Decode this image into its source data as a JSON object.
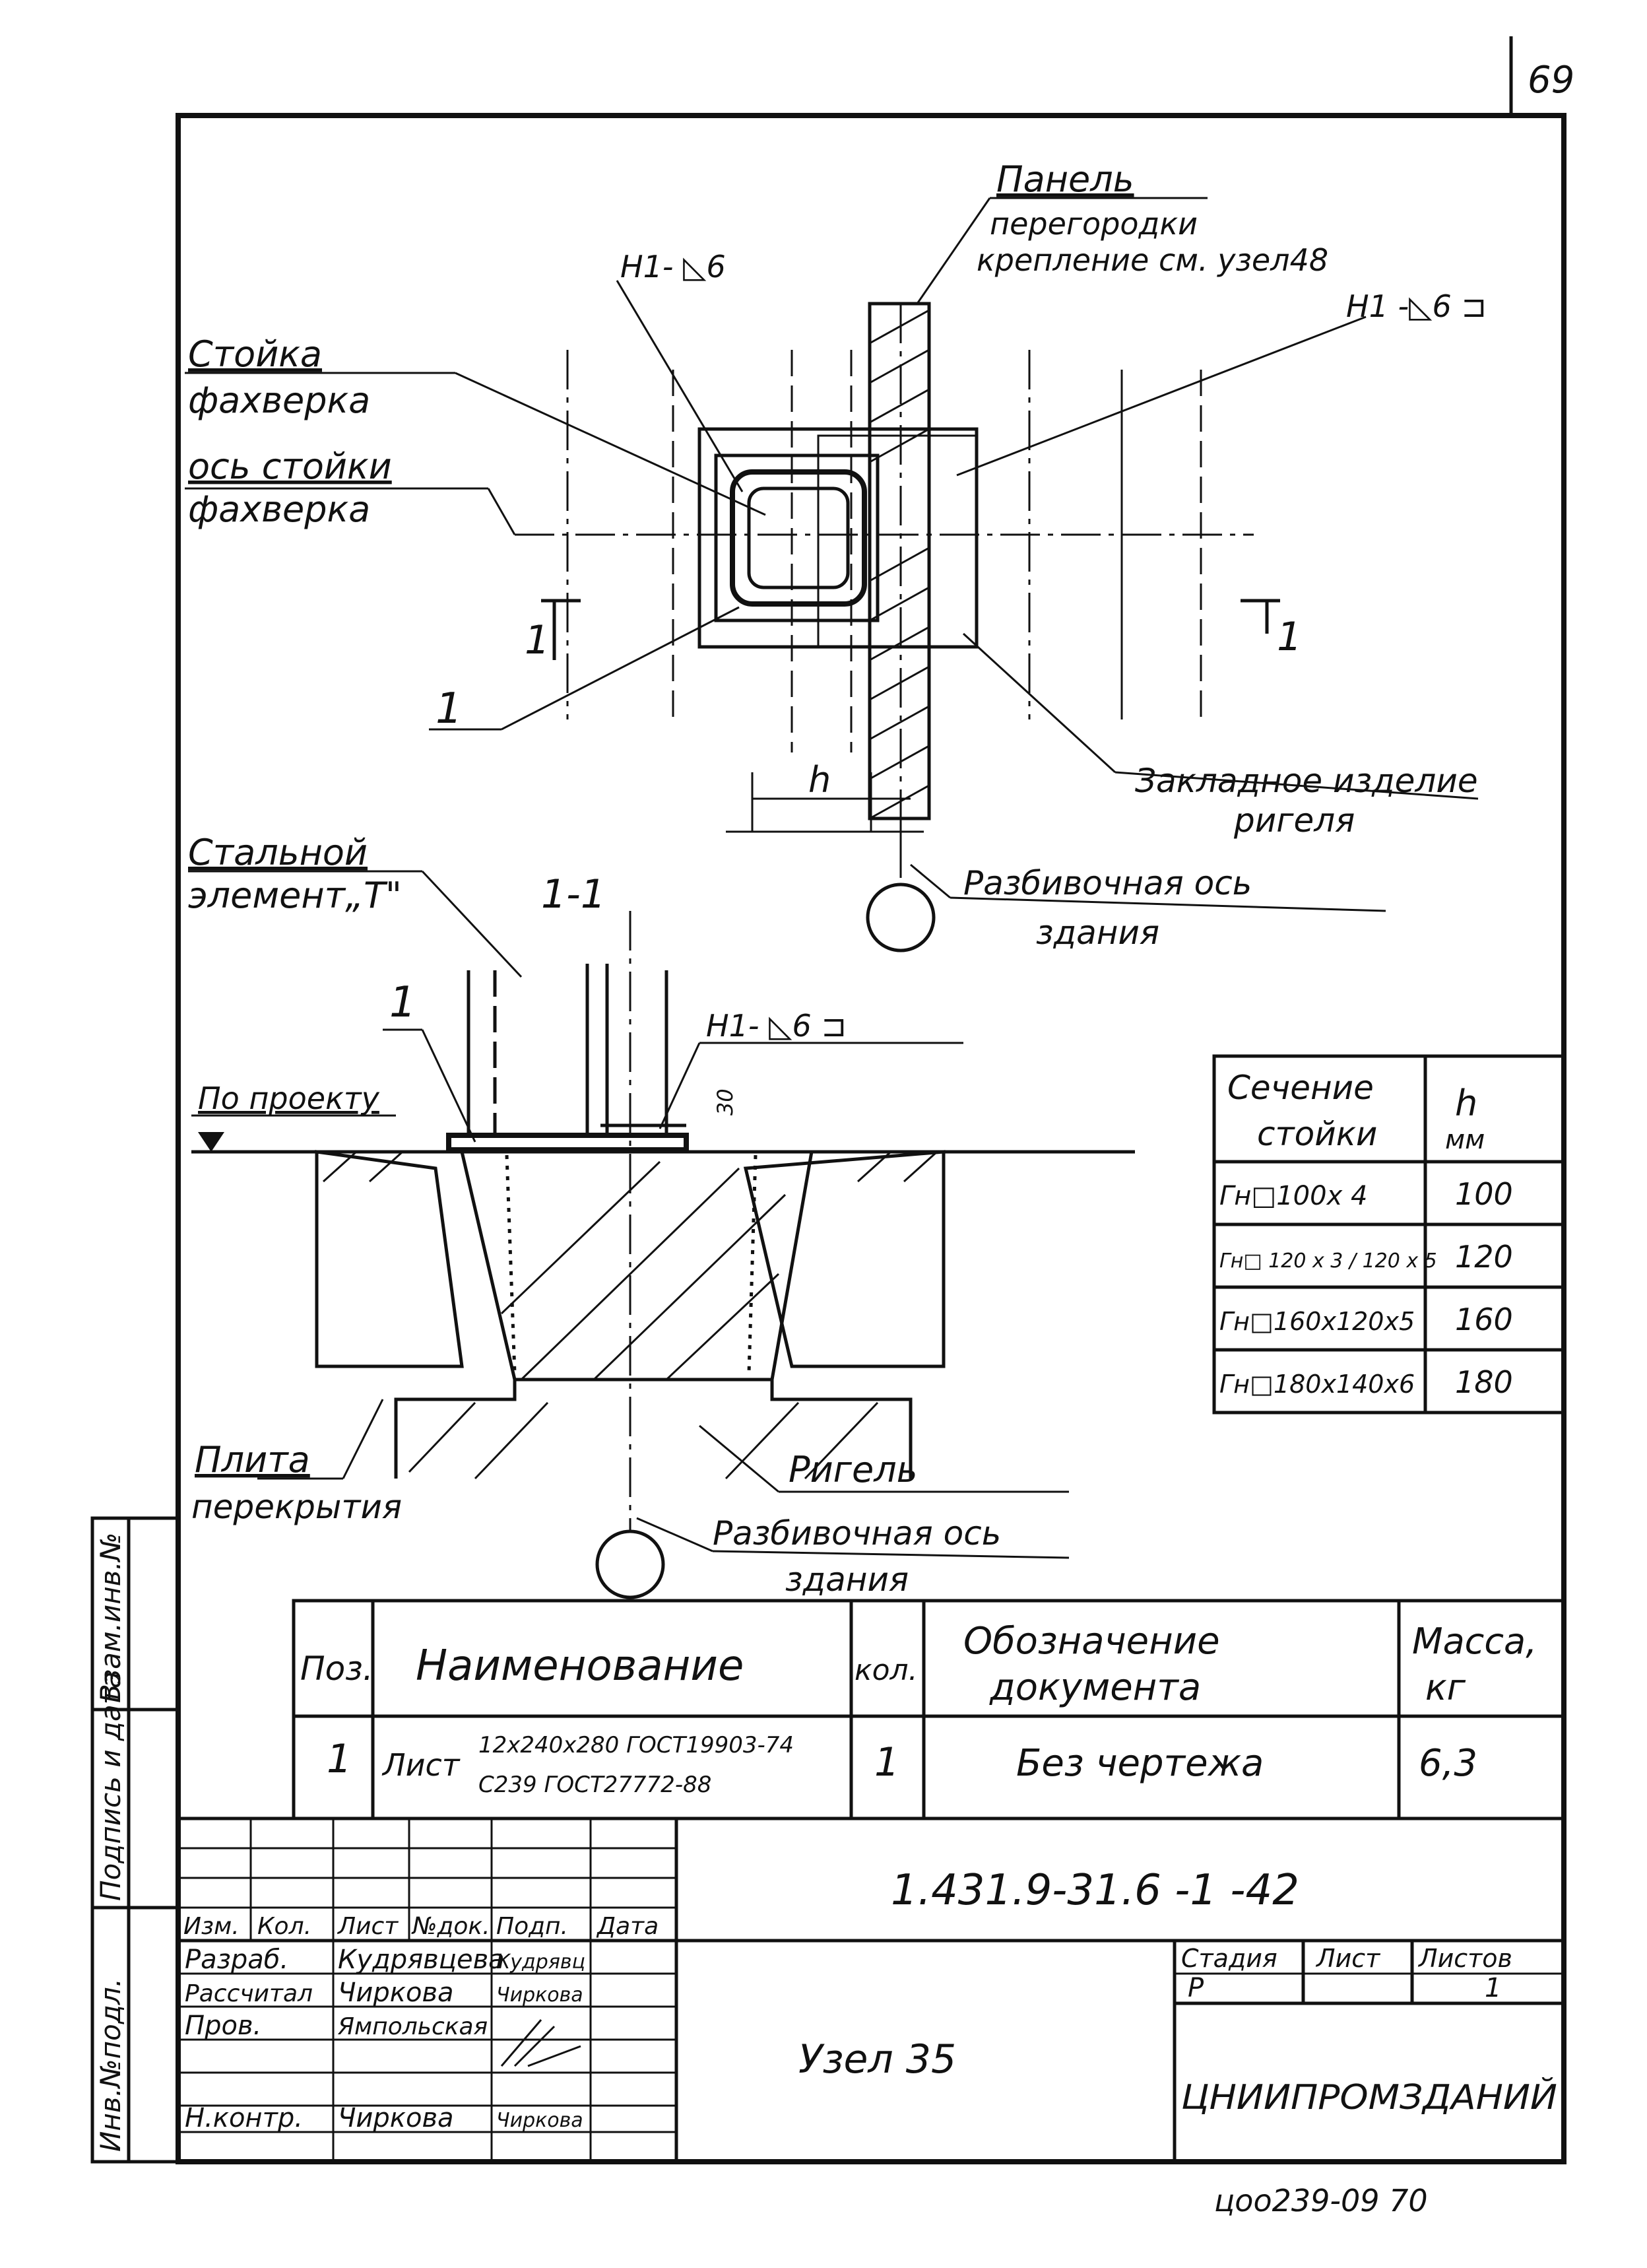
{
  "page": {
    "sheet_number": "69",
    "archive_stamp": "цоо239-09  70"
  },
  "plan": {
    "weld_left": "Н1- ◺6",
    "weld_right": "Н1 -◺6 ⊐",
    "panel_title": "Панель",
    "panel_line1": "перегородки",
    "panel_line2": "крепление см. узел48",
    "post_label_1": "Стойка",
    "post_label_2": "фахверка",
    "axis_label_1": "ось стойки",
    "axis_label_2": "фахверка",
    "section_mark_left": "1",
    "section_mark_right": "1",
    "pos_callout": "1",
    "h_dim": "h",
    "embedded_1": "Закладное изделие",
    "embedded_2": "ригеля",
    "grid_axis_1": "Разбивочная ось",
    "grid_axis_2": "здания"
  },
  "section": {
    "title": "1-1",
    "steel_1": "Стальной",
    "steel_2": "элемент„Т\"",
    "pos_callout": "1",
    "weld": "Н1- ◺6 ⊐",
    "level": "По проекту",
    "dim_30": "30",
    "slab_1": "Плита",
    "slab_2": "перекрытия",
    "beam": "Ригель",
    "grid_axis_1": "Разбивочная ось",
    "grid_axis_2": "здания"
  },
  "h_table": {
    "header_1a": "Сечение",
    "header_1b": "стойки",
    "header_2a": "h",
    "header_2b": "мм",
    "rows": [
      {
        "section": "Гн□100х 4",
        "h": "100"
      },
      {
        "section": "Гн□ 120 х 3 / 120 х 5",
        "h": "120"
      },
      {
        "section": "Гн□160х120х5",
        "h": "160"
      },
      {
        "section": "Гн□180х140х6",
        "h": "180"
      }
    ]
  },
  "spec": {
    "headers": {
      "pos": "Поз.",
      "name": "Наименование",
      "qty": "кол.",
      "doc_1": "Обозначение",
      "doc_2": "документа",
      "mass_1": "Масса,",
      "mass_2": "кг"
    },
    "row": {
      "pos": "1",
      "name": "Лист",
      "name_line1": "12х240х280 ГОСТ19903-74",
      "name_line2": "С239 ГОСТ27772-88",
      "qty": "1",
      "doc": "Без чертежа",
      "mass": "6,3"
    }
  },
  "title_block": {
    "doc_code": "1.431.9-31.6 -1   -42",
    "cols": [
      "Изм.",
      "Кол.",
      "Лист",
      "№док.",
      "Подп.",
      "Дата"
    ],
    "roles": [
      {
        "role": "Разраб.",
        "name": "Кудрявцева",
        "sign": "Кудрявц"
      },
      {
        "role": "Рассчитал",
        "name": "Чиркова",
        "sign": "Чиркова"
      },
      {
        "role": "Пров.",
        "name": "Ямпольская",
        "sign": ""
      },
      {
        "role": "",
        "name": "",
        "sign": ""
      },
      {
        "role": "Н.контр.",
        "name": "Чиркова",
        "sign": "Чиркова"
      }
    ],
    "node_title": "Узел 35",
    "stage_label": "Стадия",
    "sheet_label": "Лист",
    "sheets_label": "Листов",
    "stage": "Р",
    "sheet": "",
    "sheets": "1",
    "org": "ЦНИИПРОМЗДАНИЙ"
  },
  "side_stamp": {
    "inv_no": "Инв.№подл.",
    "sign_date": "Подпись и дата",
    "replace": "Взам.инв.№"
  }
}
